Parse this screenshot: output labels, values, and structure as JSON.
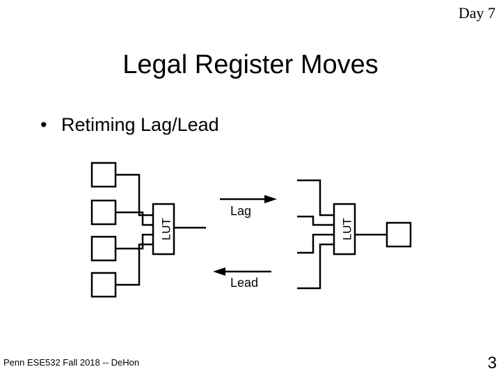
{
  "header": {
    "day_label": "Day 7"
  },
  "slide": {
    "title": "Legal Register Moves",
    "bullets": [
      {
        "marker": "•",
        "text": "Retiming Lag/Lead"
      }
    ]
  },
  "diagram": {
    "left_block_label": "LUT",
    "right_block_label": "LUT",
    "arrow_right_label": "Lag",
    "arrow_left_label": "Lead"
  },
  "footer": {
    "text": "Penn ESE532 Fall 2018 -- DeHon",
    "page_number": "3"
  }
}
